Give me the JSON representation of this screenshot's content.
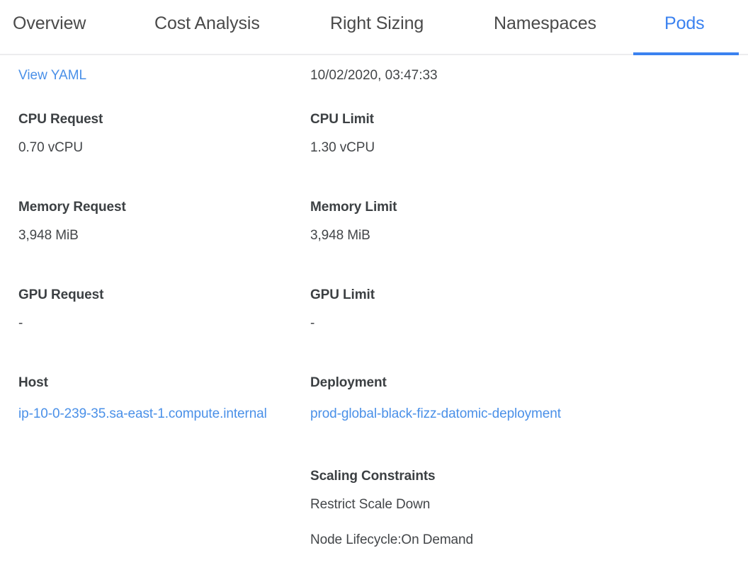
{
  "colors": {
    "accent": "#3b82f0",
    "link": "#4a90e8",
    "label": "#3c4043",
    "value": "#434649",
    "divider": "#ececee"
  },
  "tabs": [
    {
      "label": "Overview",
      "active": false
    },
    {
      "label": "Cost Analysis",
      "active": false
    },
    {
      "label": "Right Sizing",
      "active": false
    },
    {
      "label": "Namespaces",
      "active": false
    },
    {
      "label": "Pods",
      "active": true
    }
  ],
  "left_column": {
    "view_yaml_link": "View YAML",
    "fields": [
      {
        "label": "CPU Request",
        "value": "0.70 vCPU"
      },
      {
        "label": "Memory Request",
        "value": "3,948 MiB"
      },
      {
        "label": "GPU Request",
        "value": "-"
      },
      {
        "label": "Host",
        "value": "ip-10-0-239-35.sa-east-1.compute.internal"
      }
    ]
  },
  "right_column": {
    "timestamp": "10/02/2020, 03:47:33",
    "fields": [
      {
        "label": "CPU Limit",
        "value": "1.30 vCPU"
      },
      {
        "label": "Memory Limit",
        "value": "3,948 MiB"
      },
      {
        "label": "GPU Limit",
        "value": "-"
      },
      {
        "label": "Deployment",
        "value": "prod-global-black-fizz-datomic-deployment"
      }
    ],
    "scaling_constraints": {
      "label": "Scaling Constraints",
      "items": [
        "Restrict Scale Down",
        "Node Lifecycle:On Demand"
      ]
    }
  }
}
